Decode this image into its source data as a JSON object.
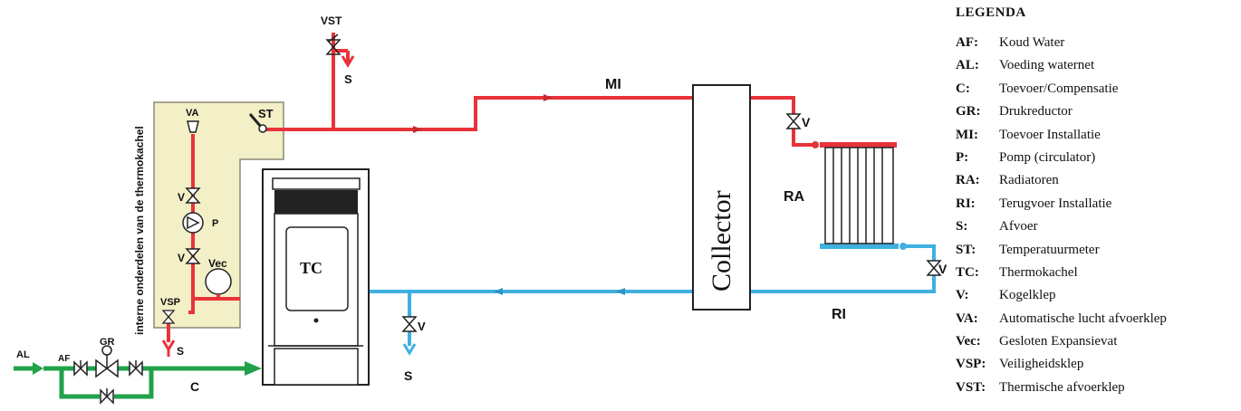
{
  "diagram": {
    "labels": {
      "vst": "VST",
      "s_top": "S",
      "mi": "MI",
      "va": "VA",
      "st": "ST",
      "v_upper": "V",
      "p": "P",
      "v_lower": "V",
      "vec": "Vec",
      "vsp": "VSP",
      "s_vsp": "S",
      "gr": "GR",
      "af": "AF",
      "al": "AL",
      "c": "C",
      "tc": "TC",
      "v_drain": "V",
      "s_drain": "S",
      "collector": "Collector",
      "ra": "RA",
      "v_radiator_in": "V",
      "v_radiator_out": "V",
      "ri": "RI",
      "internal_parts": "interne onderdelen van de thermokachel"
    },
    "colors": {
      "supply_red": "#e8333a",
      "return_blue": "#3fb0e0",
      "feed_green": "#21a24a",
      "internal_panel": "#f3efc6",
      "panel_border": "#8a8a7a"
    }
  },
  "legend": {
    "title": "LEGENDA",
    "items": [
      {
        "code": "AF:",
        "desc": "Koud Water"
      },
      {
        "code": "AL:",
        "desc": "Voeding waternet"
      },
      {
        "code": "C:",
        "desc": "Toevoer/Compensatie"
      },
      {
        "code": "GR:",
        "desc": "Drukreductor"
      },
      {
        "code": "MI:",
        "desc": "Toevoer Installatie"
      },
      {
        "code": "P:",
        "desc": "Pomp (circulator)"
      },
      {
        "code": "RA:",
        "desc": "Radiatoren"
      },
      {
        "code": "RI:",
        "desc": "Terugvoer Installatie"
      },
      {
        "code": "S:",
        "desc": "Afvoer"
      },
      {
        "code": "ST:",
        "desc": "Temperatuurmeter"
      },
      {
        "code": "TC:",
        "desc": "Thermokachel"
      },
      {
        "code": "V:",
        "desc": "Kogelklep"
      },
      {
        "code": "VA:",
        "desc": "Automatische lucht afvoerklep"
      },
      {
        "code": "Vec:",
        "desc": "Gesloten Expansievat"
      },
      {
        "code": "VSP:",
        "desc": "Veiligheidsklep"
      },
      {
        "code": "VST:",
        "desc": "Thermische afvoerklep"
      }
    ]
  }
}
